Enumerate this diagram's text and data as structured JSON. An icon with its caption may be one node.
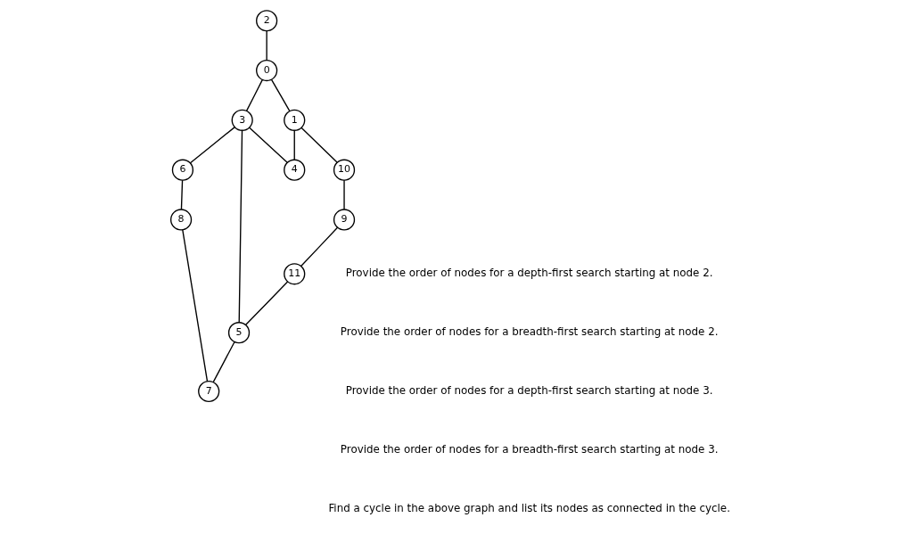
{
  "diagram": {
    "nodes": [
      {
        "text": [
          "0"
        ]
      },
      {
        "text": [
          "6"
        ]
      },
      {
        "text": [
          "3"
        ]
      },
      {
        "text": [
          "2"
        ]
      },
      {
        "text": [
          "8"
        ]
      },
      {
        "text": [
          "1"
        ]
      },
      {
        "text": [
          "4"
        ]
      },
      {
        "text": [
          "5"
        ]
      },
      {
        "text": [
          "11"
        ]
      },
      {
        "text": [
          "10"
        ]
      },
      {
        "text": [
          "7"
        ]
      },
      {
        "text": [
          "9"
        ]
      }
    ],
    "edges": [
      {
        "from": 3,
        "to": 0,
        "arrow": "none"
      },
      {
        "from": 0,
        "to": 5,
        "arrow": "none"
      },
      {
        "from": 0,
        "to": 2,
        "arrow": "none"
      },
      {
        "from": 2,
        "to": 1,
        "arrow": "none"
      },
      {
        "from": 2,
        "to": 6,
        "arrow": "none"
      },
      {
        "from": 2,
        "to": 7,
        "arrow": "none"
      },
      {
        "from": 1,
        "to": 4,
        "arrow": "none"
      },
      {
        "from": 5,
        "to": 6,
        "arrow": "none"
      },
      {
        "from": 5,
        "to": 9,
        "arrow": "none"
      },
      {
        "from": 9,
        "to": 11,
        "arrow": "none"
      },
      {
        "from": 11,
        "to": 8,
        "arrow": "none"
      },
      {
        "from": 8,
        "to": 7,
        "arrow": "none"
      },
      {
        "from": 7,
        "to": 10,
        "arrow": "none"
      },
      {
        "from": 4,
        "to": 10,
        "arrow": "none"
      }
    ],
    "labels": [
      "Provide the order of nodes for a depth-first search starting at node 2.",
      "Provide the order of nodes for a breadth-first search starting at node 2.",
      "Provide the order of nodes for a depth-first search starting at node 3.",
      "Provide the order of nodes for a breadth-first search starting at node 3.",
      "Find a cycle in the above graph and list its nodes as connected in the cycle."
    ]
  }
}
